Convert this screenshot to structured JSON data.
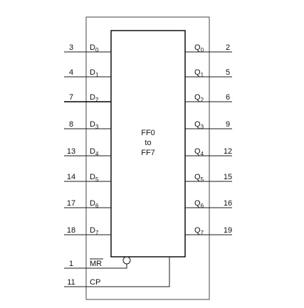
{
  "left_pins": [
    {
      "num": "3",
      "letter": "D",
      "sub": "0"
    },
    {
      "num": "4",
      "letter": "D",
      "sub": "1"
    },
    {
      "num": "7",
      "letter": "D",
      "sub": "2"
    },
    {
      "num": "8",
      "letter": "D",
      "sub": "3"
    },
    {
      "num": "13",
      "letter": "D",
      "sub": "4"
    },
    {
      "num": "14",
      "letter": "D",
      "sub": "5"
    },
    {
      "num": "17",
      "letter": "D",
      "sub": "6"
    },
    {
      "num": "18",
      "letter": "D",
      "sub": "7"
    }
  ],
  "right_pins": [
    {
      "num": "2",
      "letter": "Q",
      "sub": "0"
    },
    {
      "num": "5",
      "letter": "Q",
      "sub": "1"
    },
    {
      "num": "6",
      "letter": "Q",
      "sub": "2"
    },
    {
      "num": "9",
      "letter": "Q",
      "sub": "3"
    },
    {
      "num": "12",
      "letter": "Q",
      "sub": "4"
    },
    {
      "num": "15",
      "letter": "Q",
      "sub": "5"
    },
    {
      "num": "16",
      "letter": "Q",
      "sub": "6"
    },
    {
      "num": "19",
      "letter": "Q",
      "sub": "7"
    }
  ],
  "control_pins": [
    {
      "num": "1",
      "label": "MR"
    },
    {
      "num": "11",
      "label": "CP"
    }
  ],
  "block_label": [
    "FF0",
    "to",
    "FF7"
  ]
}
